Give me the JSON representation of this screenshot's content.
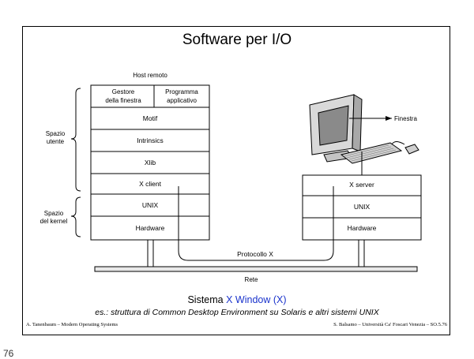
{
  "slide": {
    "title": "Software per I/O",
    "caption_prefix": "Sistema ",
    "caption_highlight": "X Window  (X)",
    "caption_subtitle": "es.: struttura di Common Desktop Environment su Solaris e altri sistemi UNIX",
    "footer_left": "A. Tanenbaum – Modern Operating Systems",
    "footer_right": "S. Balsamo – Università Ca' Foscari Venezia – SO.5.76",
    "page_number": "76"
  },
  "diagram": {
    "host_label": "Host remoto",
    "client_stack": {
      "top_left_line1": "Gestore",
      "top_left_line2": "della finestra",
      "top_right_line1": "Programma",
      "top_right_line2": "applicativo",
      "layers": [
        "Motif",
        "Intrinsics",
        "Xlib",
        "X client",
        "UNIX",
        "Hardware"
      ]
    },
    "server_stack": {
      "layers": [
        "X server",
        "UNIX",
        "Hardware"
      ]
    },
    "brace_labels": {
      "user_space_line1": "Spazio",
      "user_space_line2": "utente",
      "kernel_space_line1": "Spazio",
      "kernel_space_line2": "del kernel"
    },
    "window_label": "Finestra",
    "protocol_label": "Protocollo X",
    "network_label": "Rete"
  }
}
